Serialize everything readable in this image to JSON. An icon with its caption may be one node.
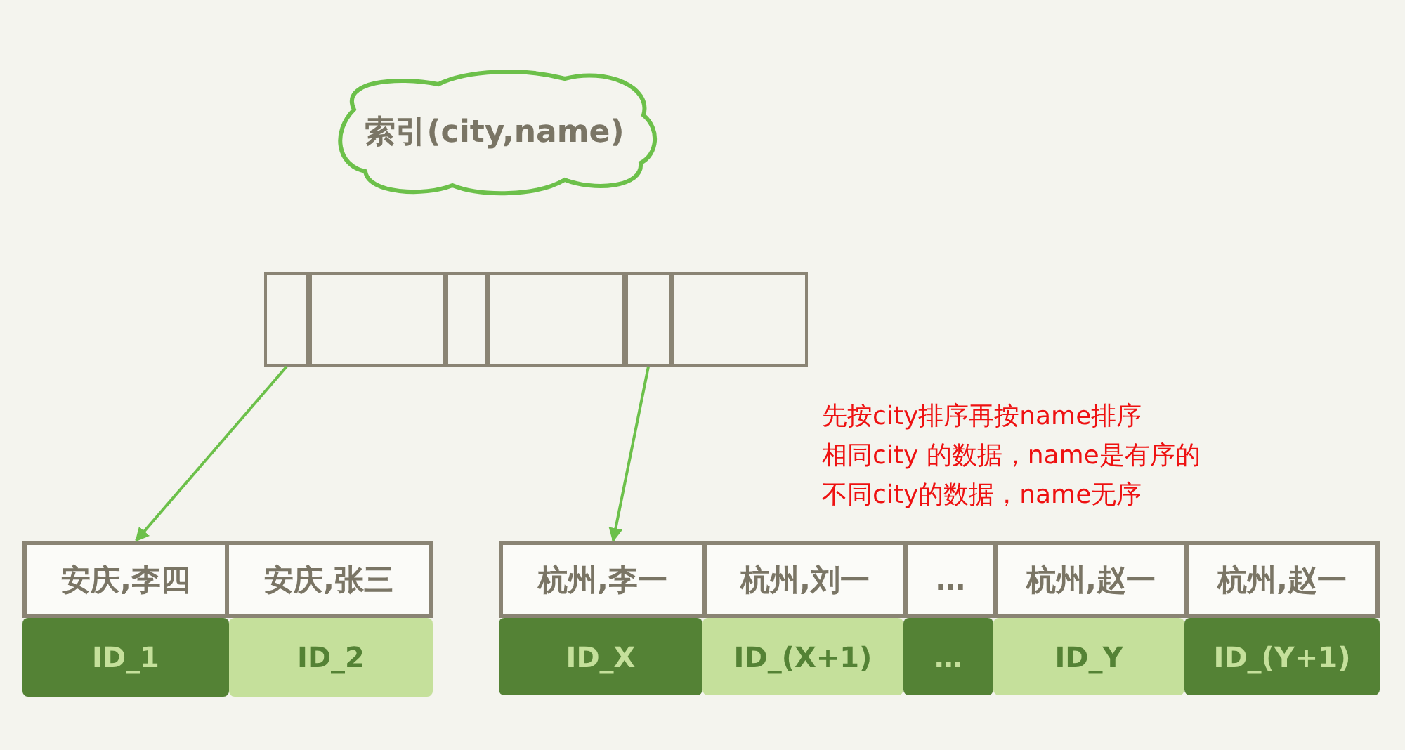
{
  "diagram": {
    "nodes": [
      {
        "text": [
          "索引(city,name)"
        ]
      },
      {
        "text": [],
        "shape": "box"
      },
      {
        "text": [],
        "shape": "box",
        "in": 1
      },
      {
        "text": [],
        "shape": "box",
        "in": 1
      },
      {
        "text": [],
        "shape": "box",
        "in": 1
      },
      {
        "text": [],
        "shape": "box",
        "in": 1
      },
      {
        "text": [],
        "shape": "box",
        "in": 1
      },
      {
        "text": [],
        "shape": "box",
        "in": 1
      },
      {
        "text": [
          "安庆,李四"
        ]
      },
      {
        "text": [
          "安庆,张三"
        ]
      },
      {
        "text": [
          "ID_1"
        ]
      },
      {
        "text": [
          "ID_2"
        ]
      },
      {
        "text": [
          "杭州,李一"
        ]
      },
      {
        "text": [
          "杭州,刘一"
        ]
      },
      {
        "text": [
          "…"
        ]
      },
      {
        "text": [
          "杭州,赵一"
        ]
      },
      {
        "text": [
          "杭州,赵一"
        ]
      },
      {
        "text": [
          "ID_X"
        ]
      },
      {
        "text": [
          "ID_(X+1)"
        ]
      },
      {
        "text": [
          "…"
        ]
      },
      {
        "text": [
          "ID_Y"
        ]
      },
      {
        "text": [
          "ID_(Y+1)"
        ]
      }
    ],
    "edges": [
      {
        "from": 2,
        "to": 8,
        "arrow": "to"
      },
      {
        "from": 6,
        "to": 12,
        "arrow": "to"
      }
    ],
    "labels": [
      "先按city排序再按name排序",
      "相同city 的数据，name是有序的",
      "不同city的数据，name无序"
    ]
  }
}
